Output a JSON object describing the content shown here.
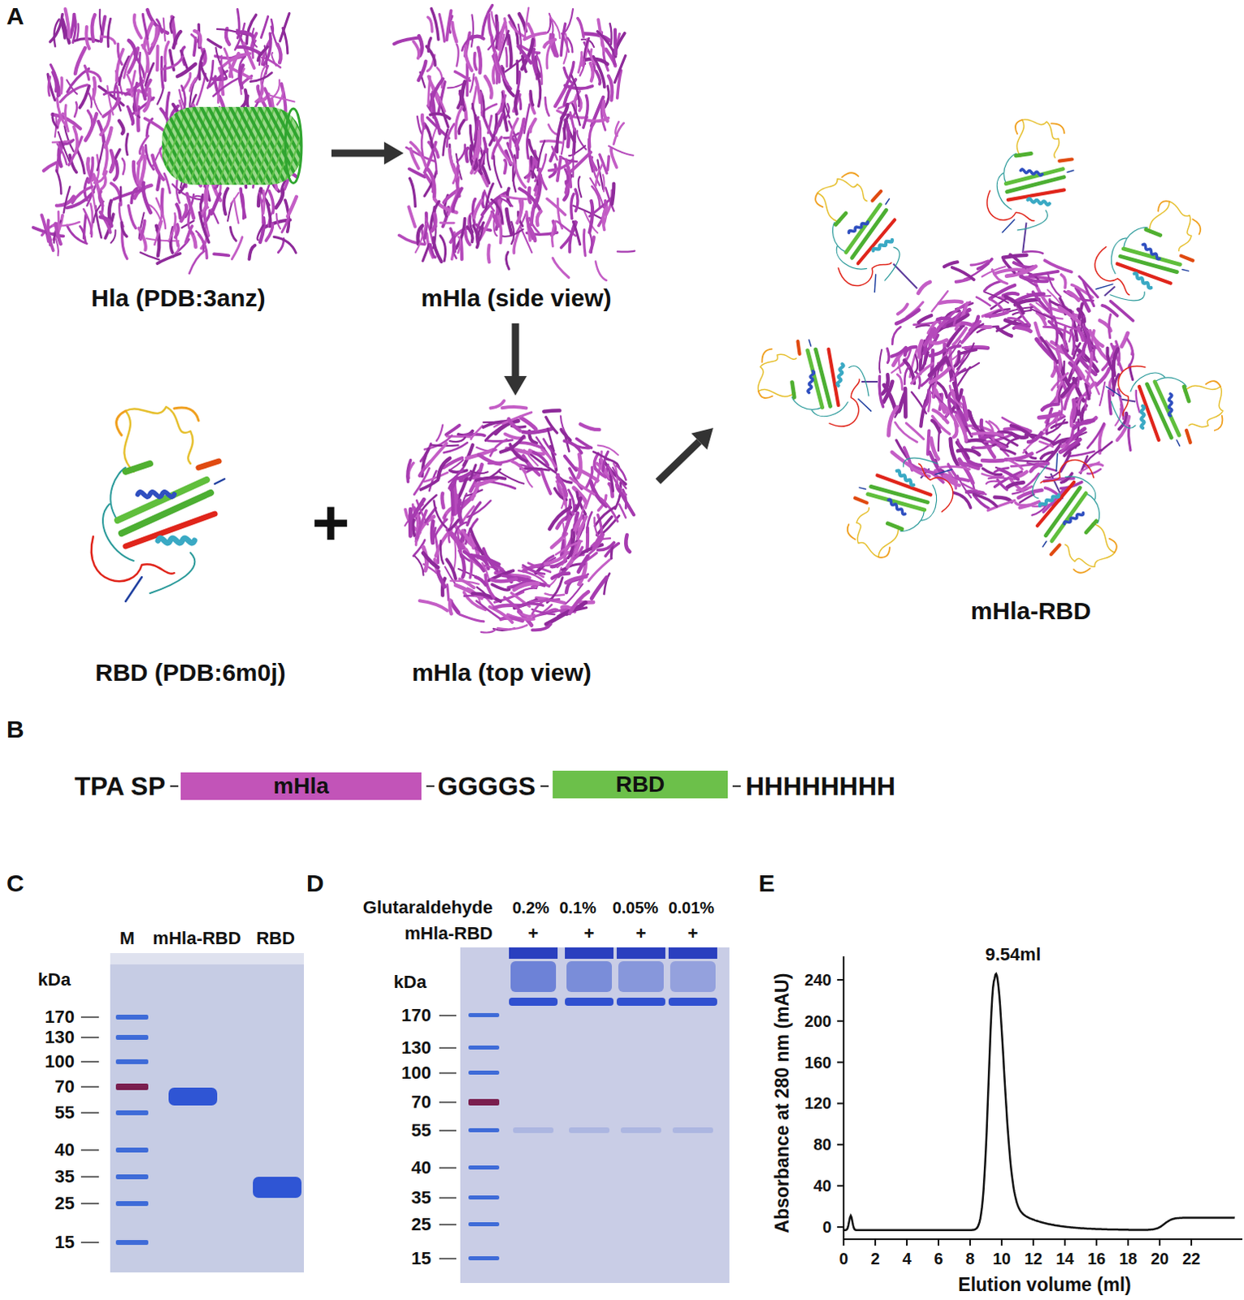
{
  "diagram": {
    "nodes": [
      {
        "text": [
          "mHla"
        ]
      },
      {
        "text": [
          "RBD"
        ]
      }
    ],
    "labels": [
      "A",
      "Hla (PDB:3anz)",
      "mHla (side view)",
      "RBD (PDB:6m0j)",
      "+",
      "mHla (top view)",
      "mHla-RBD",
      "B",
      "TPA SP",
      "GGGGS",
      "HHHHHHHH",
      "C",
      "M",
      "mHla-RBD",
      "RBD",
      "kDa",
      "170",
      "130",
      "100",
      "70",
      "55",
      "40",
      "35",
      "25",
      "15",
      "D",
      "Glutaraldehyde",
      "0.2%",
      "0.1%",
      "0.05%",
      "0.01%",
      "mHla-RBD",
      "+",
      "+",
      "+",
      "+",
      "kDa",
      "170",
      "130",
      "100",
      "70",
      "55",
      "40",
      "35",
      "25",
      "15",
      "E",
      "9.54ml",
      "Absorbance at 280 nm (mAU)",
      "240",
      "200",
      "160",
      "120",
      "80",
      "40",
      "0",
      "0",
      "2",
      "4",
      "6",
      "8",
      "10",
      "12",
      "14",
      "16",
      "18",
      "20",
      "22",
      "Elution volume (ml)"
    ]
  }
}
